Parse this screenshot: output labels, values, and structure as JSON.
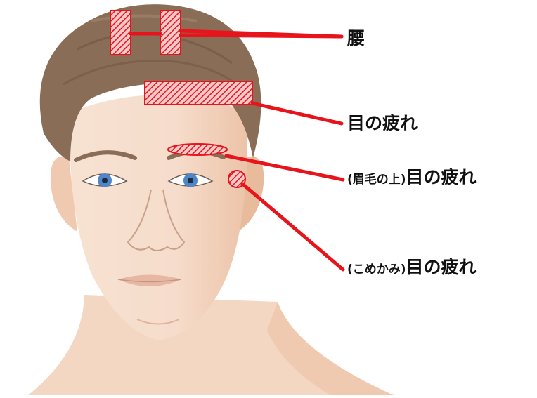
{
  "labels": {
    "waist": "腰",
    "eye_fatigue": "目の疲れ",
    "brow": {
      "qualifier": "(眉毛の上)",
      "text": "目の疲れ"
    },
    "temple": {
      "qualifier": "(こめかみ)",
      "text": "目の疲れ"
    }
  },
  "colors": {
    "marker": "#e8141c",
    "hatch_bg": "#f2b8b8",
    "hair": "#8a6d57",
    "hair_dark": "#6f5442",
    "skin": "#f5ddcb",
    "skin_shade": "#efc9b0",
    "eye": "#4f86c8"
  }
}
